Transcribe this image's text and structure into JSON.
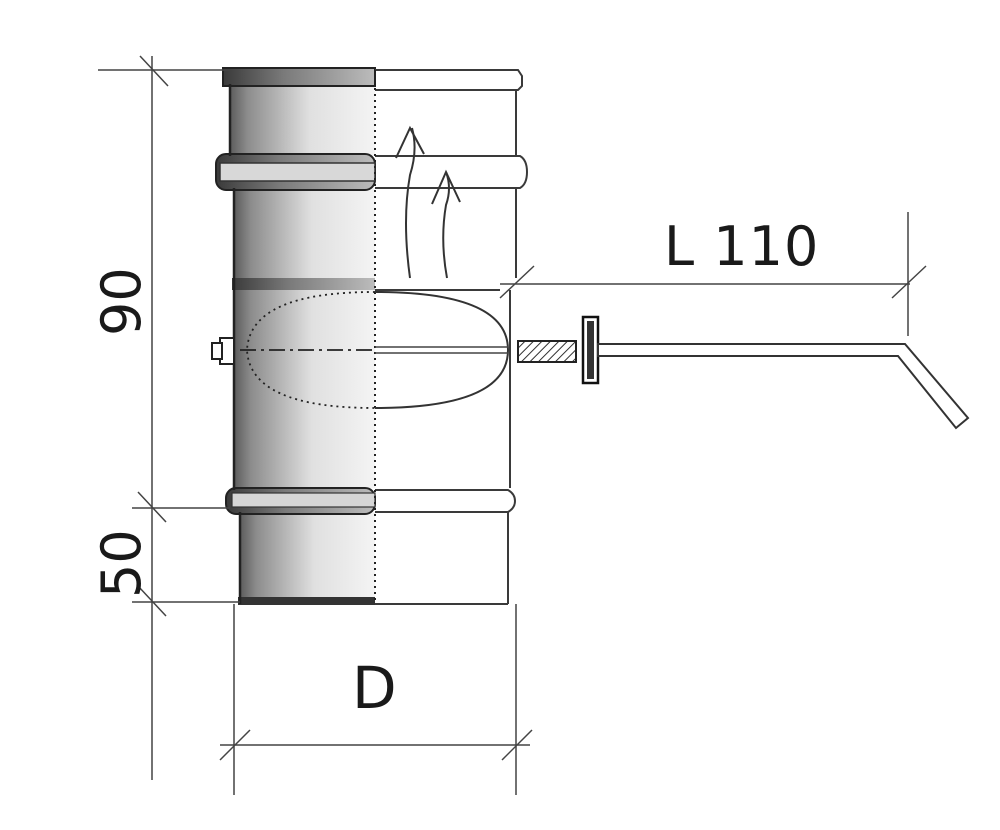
{
  "dimensions": {
    "height_total": "90",
    "height_bottom": "50",
    "diameter": "D",
    "handle_length": "L 110"
  },
  "colors": {
    "line": "#2a2a2a",
    "thin_line": "#555555",
    "pipe_light": "#f2f2f2",
    "pipe_mid": "#bdbdbd",
    "pipe_dark": "#6e6e6e"
  }
}
